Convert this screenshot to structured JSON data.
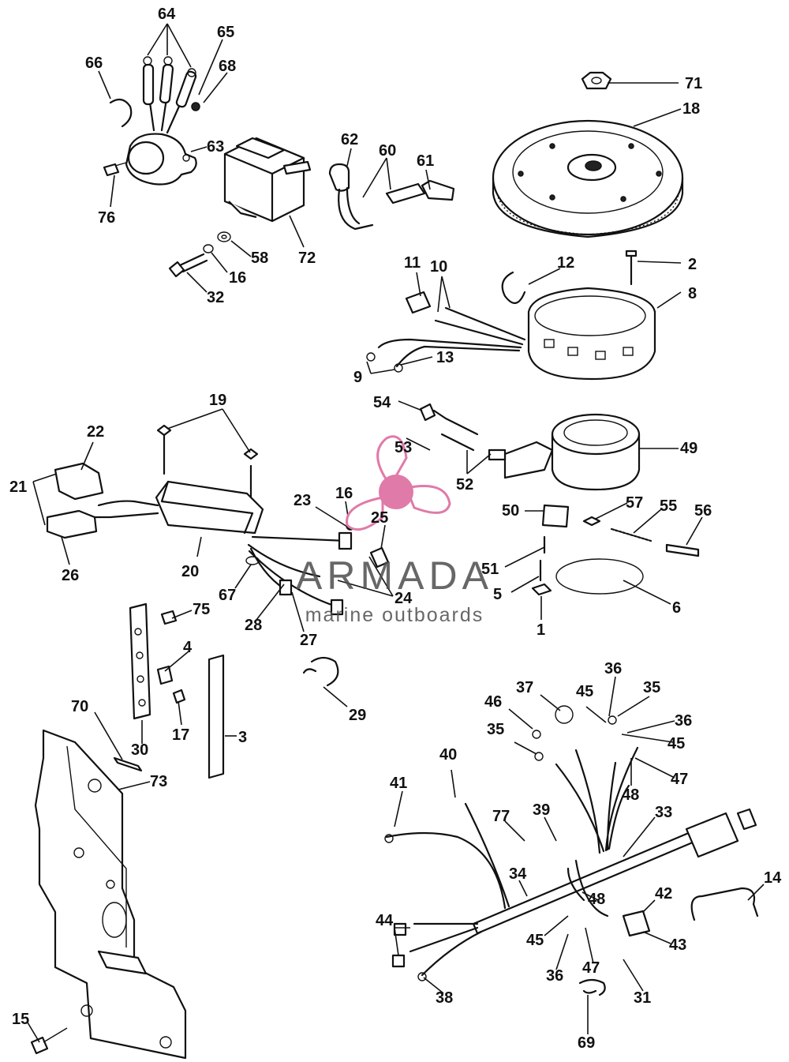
{
  "watermark": {
    "title": "ARMADA",
    "subtitle": "marine outboards",
    "color": "#e07aa8"
  },
  "callouts": [
    "1",
    "2",
    "3",
    "4",
    "5",
    "6",
    "8",
    "9",
    "10",
    "11",
    "12",
    "13",
    "14",
    "15",
    "16",
    "17",
    "18",
    "19",
    "20",
    "21",
    "22",
    "23",
    "24",
    "25",
    "26",
    "27",
    "28",
    "29",
    "30",
    "31",
    "32",
    "33",
    "34",
    "35",
    "36",
    "37",
    "38",
    "39",
    "40",
    "41",
    "42",
    "43",
    "44",
    "45",
    "46",
    "47",
    "48",
    "49",
    "50",
    "51",
    "52",
    "53",
    "54",
    "55",
    "56",
    "57",
    "58",
    "60",
    "61",
    "62",
    "63",
    "64",
    "65",
    "66",
    "67",
    "68",
    "69",
    "70",
    "71",
    "72",
    "73",
    "75",
    "76",
    "77"
  ]
}
